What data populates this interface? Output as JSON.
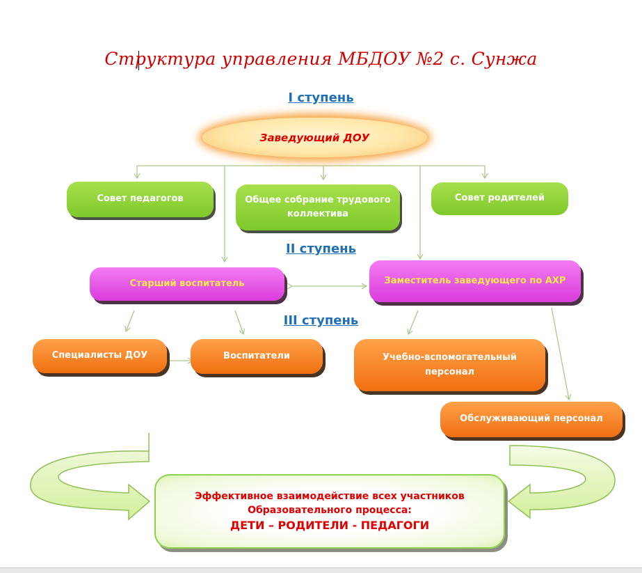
{
  "title": "Структура управления  МБДОУ  №2 с. Сунжа",
  "steps": {
    "s1": "I ступень",
    "s2": "II ступень",
    "s3": "III ступень"
  },
  "head": "Заведующий ДОУ",
  "councils": {
    "teachers": "Совет педагогов",
    "assembly": "Общее собрание   трудового коллектива",
    "parents": "Совет родителей"
  },
  "level2": {
    "senior": "Старший  воспитатель",
    "deputy": "Заместитель  заведующего по АХР"
  },
  "level3": {
    "specialists": "Специалисты ДОУ",
    "educators": "Воспитатели",
    "support": "Учебно-вспомогательный персонал",
    "service": "Обслуживающий  персонал"
  },
  "result": {
    "line1": "Эффективное  взаимодействие  всех участников",
    "line2": "Образовательного  процесса:",
    "line3": "ДЕТИ – РОДИТЕЛИ - ПЕДАГОГИ"
  },
  "colors": {
    "title": "#d00000",
    "step": "#1f6fb5",
    "green": "#8fd43a",
    "magenta": "#e356e5",
    "orange": "#f47e1c",
    "connector": "#a9c78a"
  }
}
